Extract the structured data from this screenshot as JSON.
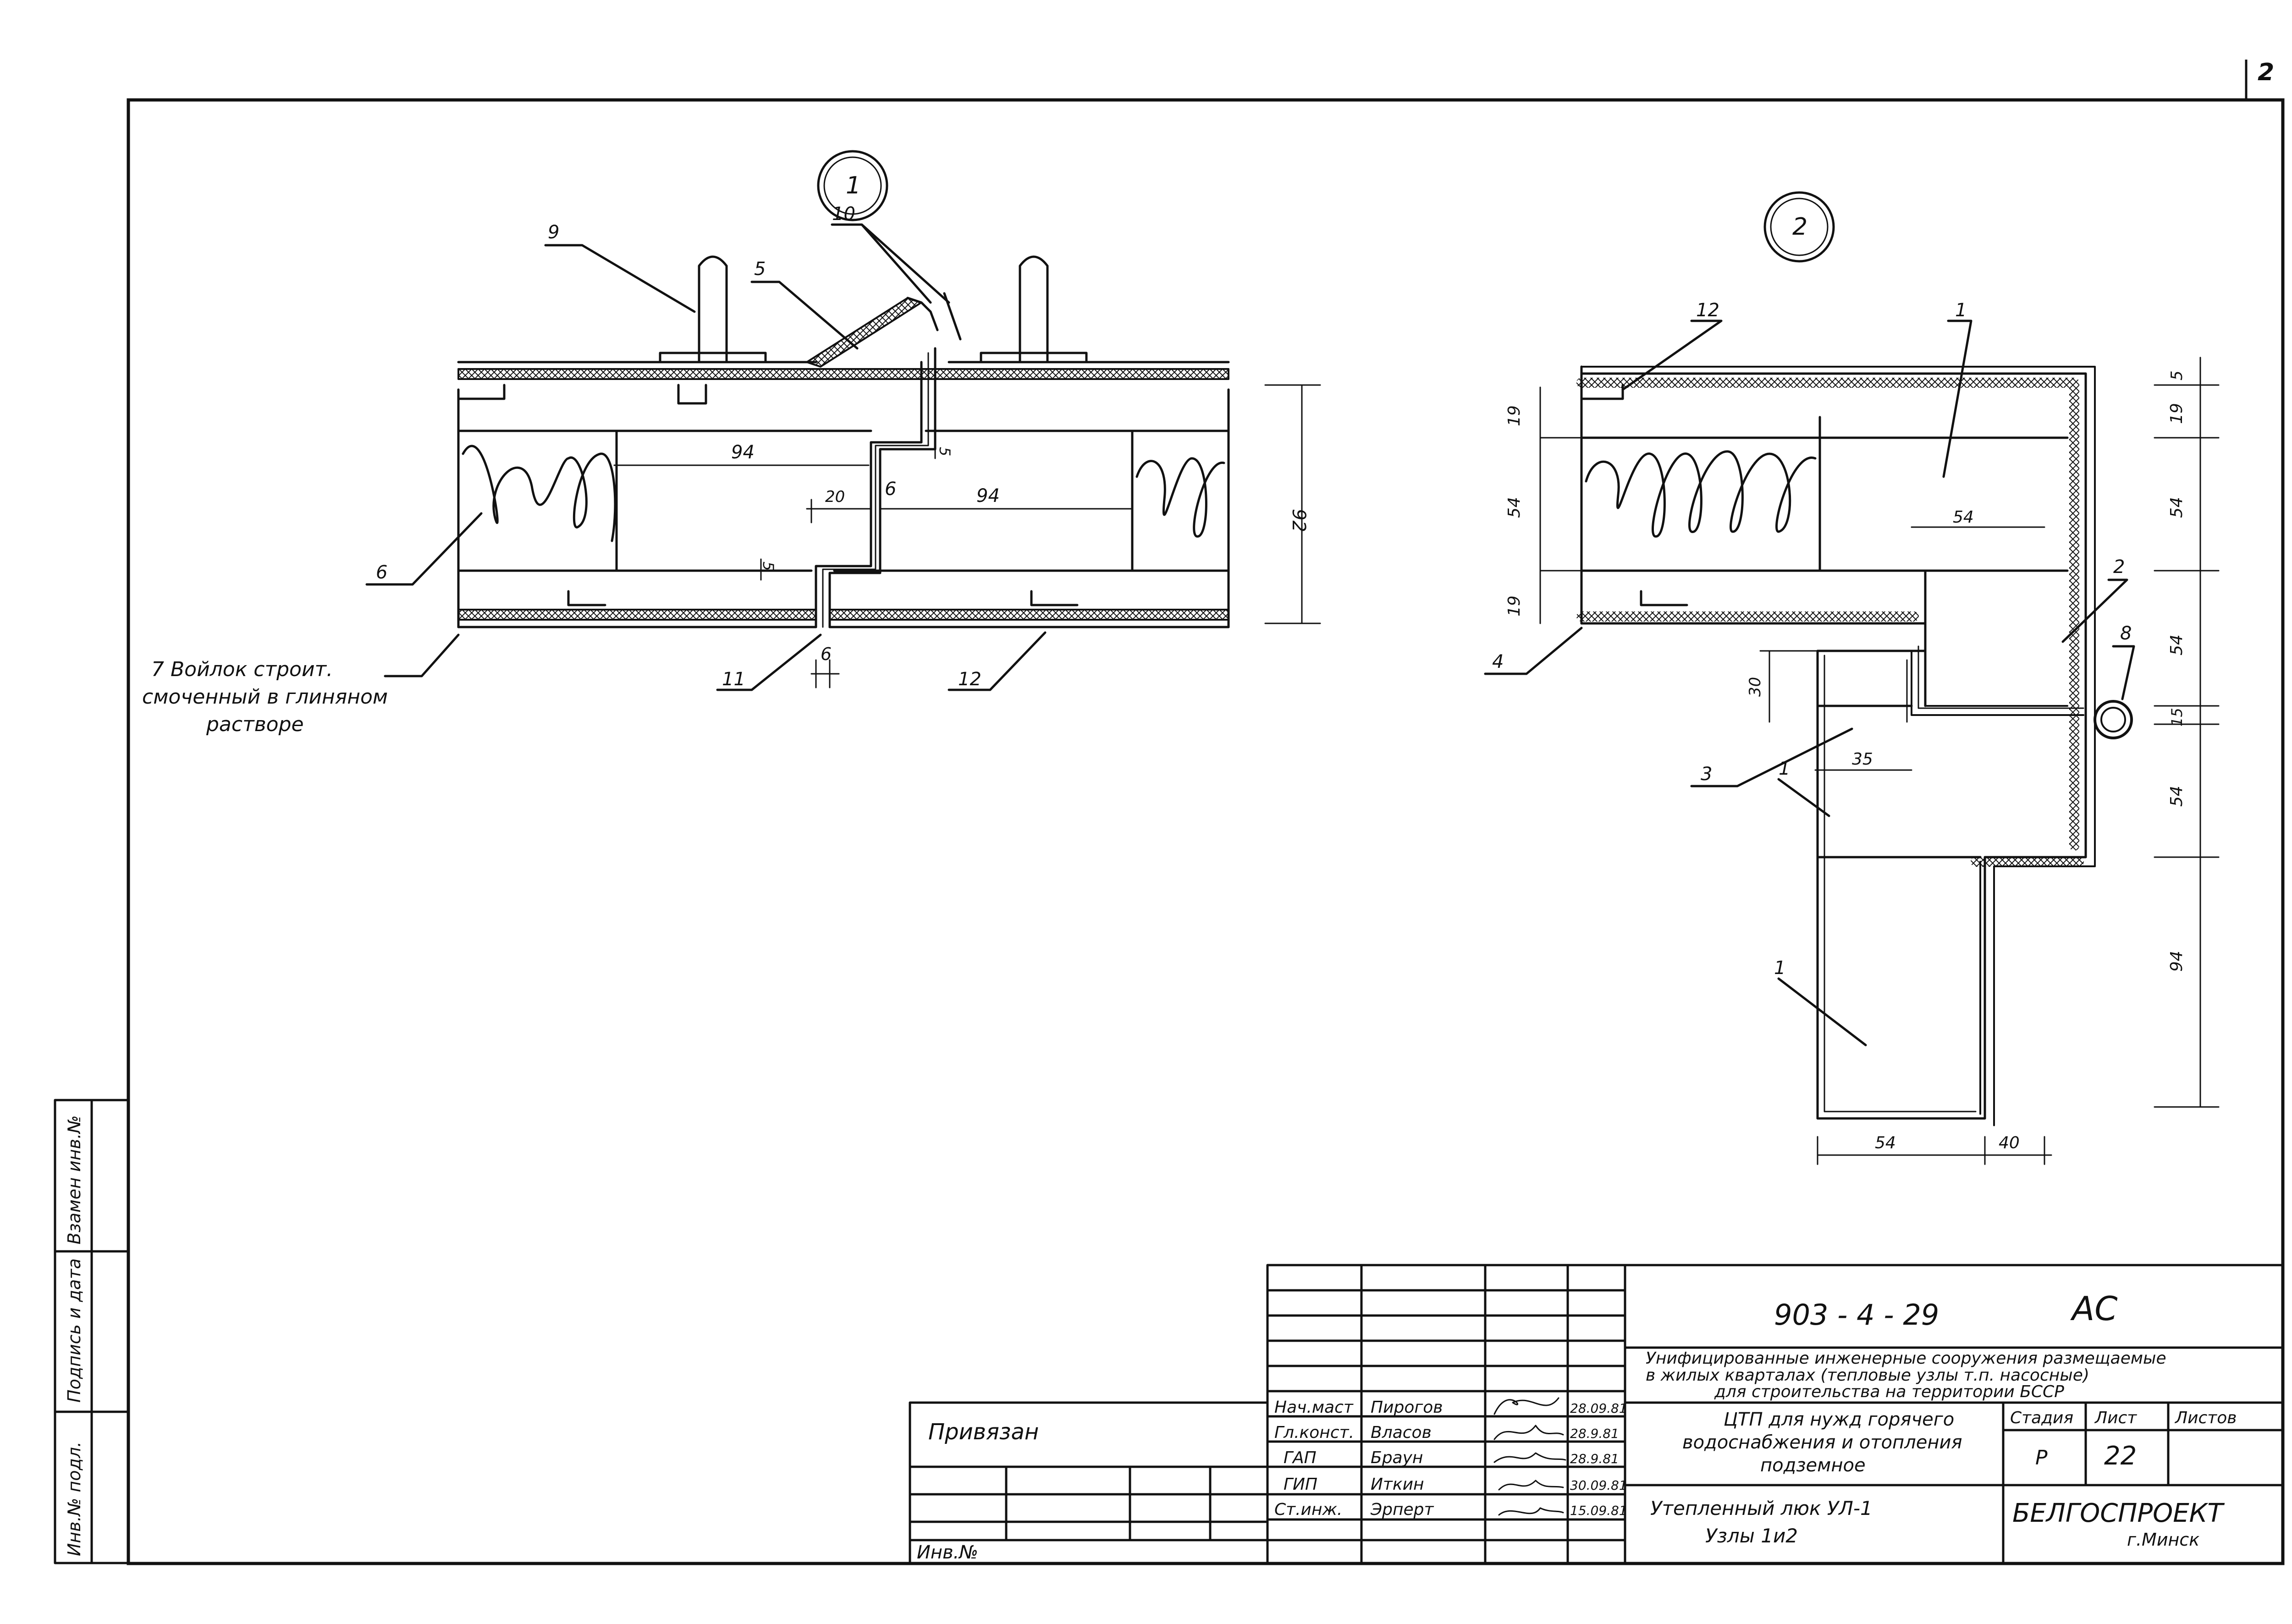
{
  "sheet_number": "2",
  "node_labels": {
    "node1": "1",
    "node2": "2"
  },
  "node1": {
    "callouts": {
      "c9": "9",
      "c10": "10",
      "c5": "5",
      "c6": "6",
      "c11": "11",
      "c12": "12"
    },
    "dims": {
      "d94a": "94",
      "d94b": "94",
      "d20": "20",
      "d6a": "6",
      "d5a": "5",
      "d5b": "5",
      "d6b": "6",
      "d92": "92"
    },
    "note_7": [
      "7  Войлок строит.",
      "смоченный в глиняном",
      "растворе"
    ]
  },
  "node2": {
    "callouts": {
      "c12": "12",
      "c1a": "1",
      "c4": "4",
      "c2": "2",
      "c8": "8",
      "c3": "3",
      "c1b": "1",
      "c1c": "1"
    },
    "dims": {
      "l19a": "19",
      "l54": "54",
      "l19b": "19",
      "r5": "5",
      "r19": "19",
      "r54a": "54",
      "r54b": "54",
      "r15": "15",
      "r54c": "54",
      "r94": "94",
      "i54": "54",
      "i30": "30",
      "i35": "35",
      "b54": "54",
      "b40": "40"
    }
  },
  "side_stamp": [
    "Инв.№ подл.",
    "Подпись и дата",
    "Взамен инв.№"
  ],
  "title_block": {
    "doc_code": "903 - 4 - 29",
    "section": "АС",
    "header_lines": [
      "Унифицированные инженерные сооружения размещаемые",
      "в жилых кварталах (тепловые узлы т.п. насосные)",
      "для строительства на территории БССР"
    ],
    "object_lines": [
      "ЦТП для нужд горячего",
      "водоснабжения и отопления",
      "подземное"
    ],
    "sheet_title_lines": [
      "Утепленный люк УЛ-1",
      "Узлы 1и2"
    ],
    "stage_label": "Стадия",
    "sheet_label": "Лист",
    "sheets_label": "Листов",
    "stage": "Р",
    "sheet": "22",
    "org_lines": [
      "БЕЛГОСПРОЕКТ",
      "г.Минск"
    ],
    "privyazan": "Привязан",
    "inv_no": "Инв.№",
    "staff": [
      {
        "role": "Нач.маст",
        "name": "Пирогов",
        "date": "28.09.81"
      },
      {
        "role": "Гл.конст.",
        "name": "Власов",
        "date": "28.9.81"
      },
      {
        "role": "ГАП",
        "name": "Браун",
        "date": "28.9.81"
      },
      {
        "role": "ГИП",
        "name": "Иткин",
        "date": "30.09.81"
      },
      {
        "role": "Ст.инж.",
        "name": "Эрперт",
        "date": "15.09.81"
      }
    ]
  }
}
